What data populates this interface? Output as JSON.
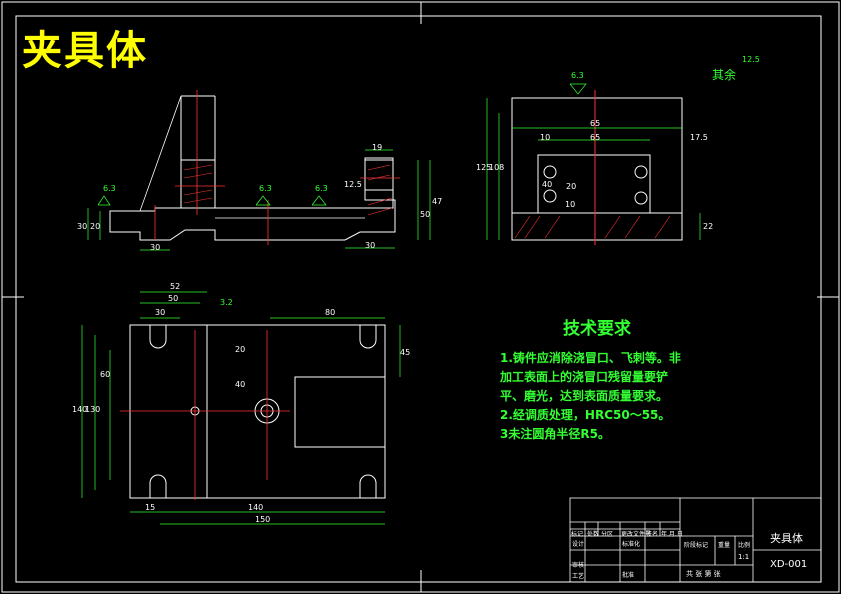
{
  "drawing_title": "夹具体",
  "technical_requirements": {
    "heading": "技术要求",
    "lines": [
      "1.铸件应消除浇冒口、飞刺等。非",
      "加工表面上的浇冒口残留量要铲",
      "平、磨光，达到表面质量要求。",
      "2.经调质处理，HRC50～55。",
      "3未注圆角半径R5。"
    ]
  },
  "surface_finish_note": {
    "label": "其余",
    "value": "12.5"
  },
  "roughness_marks": [
    "6.3",
    "6.3",
    "6.3",
    "3.2",
    "6.3"
  ],
  "dimensions": {
    "front_view": [
      "30",
      "30",
      "20",
      "50",
      "47",
      "19",
      "30",
      "12.5"
    ],
    "side_view": [
      "65",
      "65",
      "10",
      "17.5",
      "125",
      "108",
      "40",
      "20",
      "10",
      "22"
    ],
    "top_view": [
      "52",
      "50",
      "30",
      "80",
      "140",
      "150",
      "15",
      "140",
      "130",
      "40",
      "20",
      "60",
      "45"
    ]
  },
  "title_block": {
    "part_name": "夹具体",
    "drawing_number": "XD-001",
    "scale": "1:1",
    "header_cells": [
      "标记",
      "处数",
      "分区",
      "更改文件号",
      "签名",
      "年.月.日"
    ],
    "row_labels": [
      "设计",
      "审核",
      "工艺"
    ],
    "std_label": "标准化",
    "approve_label": "批准",
    "stage_labels": [
      "阶段标记",
      "重量",
      "比例"
    ],
    "sheet_text": "共 张  第 张"
  }
}
